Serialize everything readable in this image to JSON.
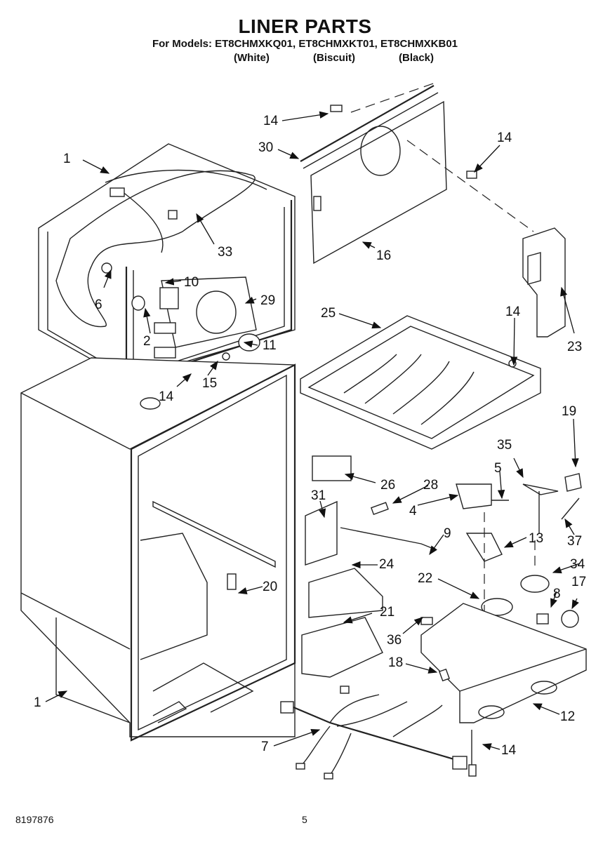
{
  "header": {
    "title": "LINER PARTS",
    "models_line": "For Models: ET8CHMXKQ01, ET8CHMXKT01, ET8CHMXKB01",
    "colors": [
      "(White)",
      "(Biscuit)",
      "(Black)"
    ]
  },
  "footer": {
    "doc_number": "8197876",
    "page_number": "5"
  },
  "callouts": [
    {
      "id": "c1-top",
      "label": "1"
    },
    {
      "id": "c33",
      "label": "33"
    },
    {
      "id": "c6",
      "label": "6"
    },
    {
      "id": "c10",
      "label": "10"
    },
    {
      "id": "c29",
      "label": "29"
    },
    {
      "id": "c2",
      "label": "2"
    },
    {
      "id": "c11",
      "label": "11"
    },
    {
      "id": "c14-left",
      "label": "14"
    },
    {
      "id": "c15",
      "label": "15"
    },
    {
      "id": "c14-top",
      "label": "14"
    },
    {
      "id": "c30",
      "label": "30"
    },
    {
      "id": "c14-right",
      "label": "14"
    },
    {
      "id": "c16",
      "label": "16"
    },
    {
      "id": "c23",
      "label": "23"
    },
    {
      "id": "c25",
      "label": "25"
    },
    {
      "id": "c14-shelf",
      "label": "14"
    },
    {
      "id": "c19",
      "label": "19"
    },
    {
      "id": "c35",
      "label": "35"
    },
    {
      "id": "c26",
      "label": "26"
    },
    {
      "id": "c28",
      "label": "28"
    },
    {
      "id": "c5",
      "label": "5"
    },
    {
      "id": "c4",
      "label": "4"
    },
    {
      "id": "c31",
      "label": "31"
    },
    {
      "id": "c9",
      "label": "9"
    },
    {
      "id": "c13",
      "label": "13"
    },
    {
      "id": "c37",
      "label": "37"
    },
    {
      "id": "c24",
      "label": "24"
    },
    {
      "id": "c34",
      "label": "34"
    },
    {
      "id": "c22",
      "label": "22"
    },
    {
      "id": "c17",
      "label": "17"
    },
    {
      "id": "c20",
      "label": "20"
    },
    {
      "id": "c8",
      "label": "8"
    },
    {
      "id": "c21",
      "label": "21"
    },
    {
      "id": "c36",
      "label": "36"
    },
    {
      "id": "c18",
      "label": "18"
    },
    {
      "id": "c12",
      "label": "12"
    },
    {
      "id": "c1-bottom",
      "label": "1"
    },
    {
      "id": "c7",
      "label": "7"
    },
    {
      "id": "c14-bottom",
      "label": "14"
    }
  ]
}
